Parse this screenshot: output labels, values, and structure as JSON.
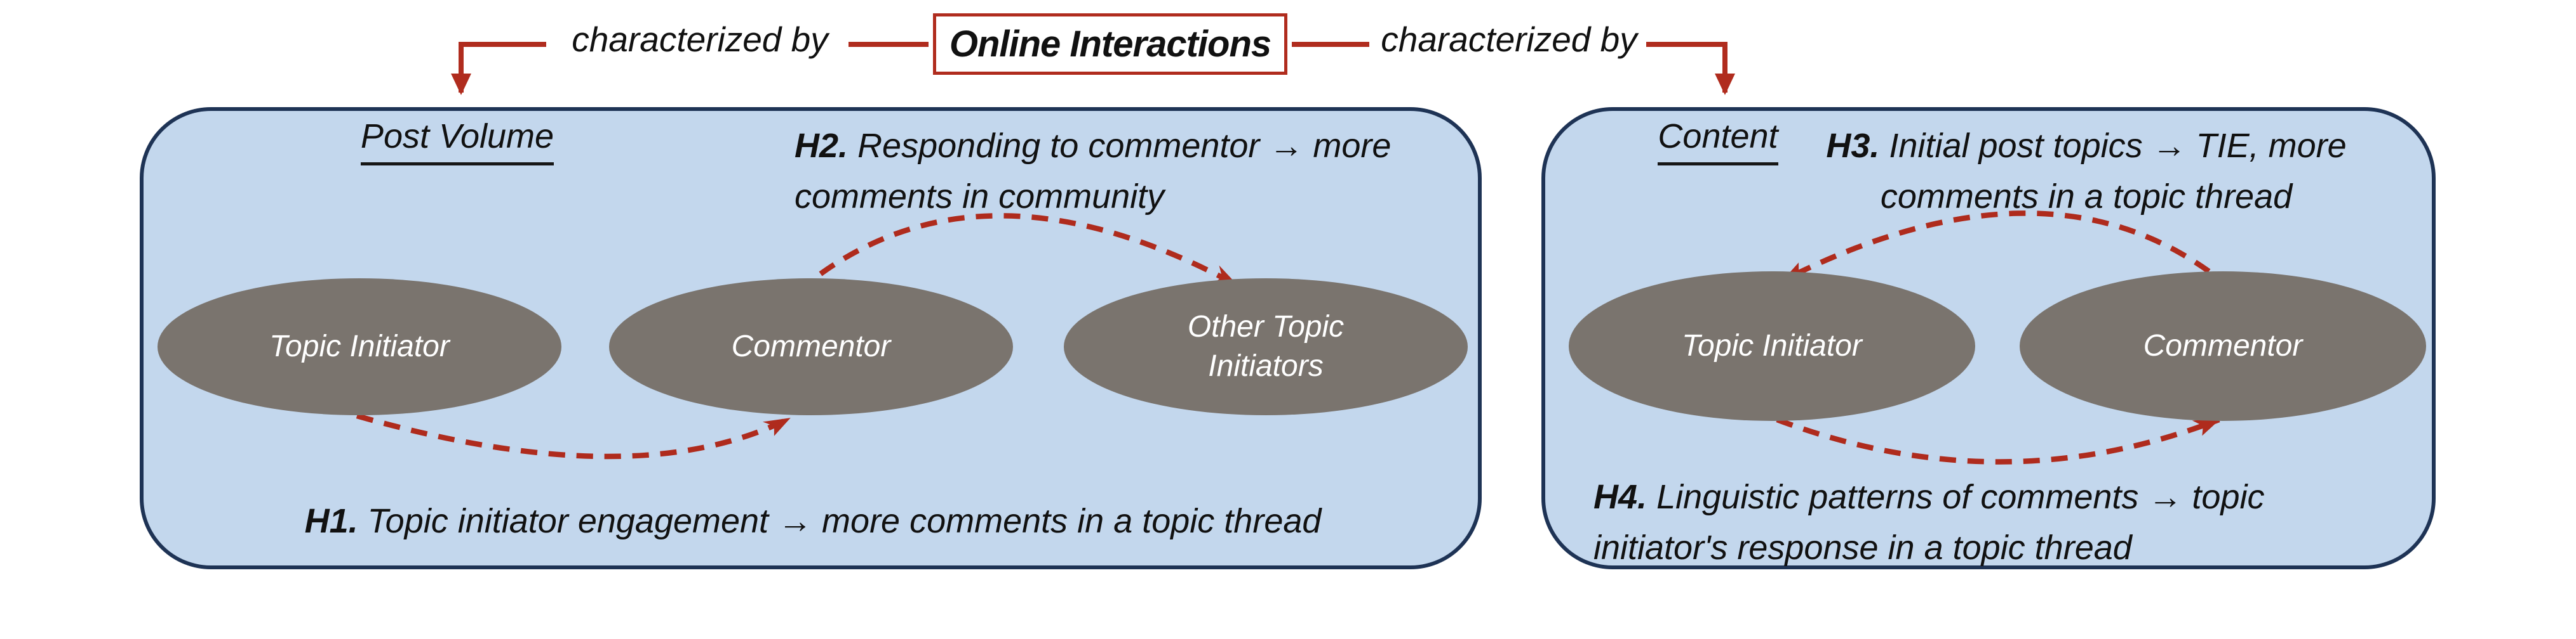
{
  "title_box": {
    "label": "Online Interactions"
  },
  "connectors": {
    "left_label": "characterized by",
    "right_label": "characterized by"
  },
  "left_panel": {
    "title": "Post Volume",
    "h2": {
      "id": "H2.",
      "line1": "Responding to commentor → more",
      "line2": "comments in community"
    },
    "h1": {
      "id": "H1.",
      "text": "Topic initiator engagement → more comments in a topic thread"
    },
    "nodes": {
      "topic_initiator": {
        "label": "Topic Initiator"
      },
      "commentor": {
        "label": "Commentor"
      },
      "other_topic_initiators": {
        "line1": "Other Topic",
        "line2": "Initiators"
      }
    }
  },
  "right_panel": {
    "title": "Content",
    "h3": {
      "id": "H3.",
      "line1": "Initial post topics → TIE, more",
      "line2": "comments in a topic thread"
    },
    "h4": {
      "id": "H4.",
      "line1": "Linguistic patterns of comments → topic",
      "line2": "initiator's response in a topic thread"
    },
    "nodes": {
      "topic_initiator": {
        "label": "Topic Initiator"
      },
      "commentor": {
        "label": "Commentor"
      }
    }
  },
  "colors": {
    "panel_fill": "#c3d7ed",
    "panel_border": "#1e3355",
    "node_fill": "#7a746e",
    "accent_red": "#b02c1e",
    "text": "#111111"
  }
}
